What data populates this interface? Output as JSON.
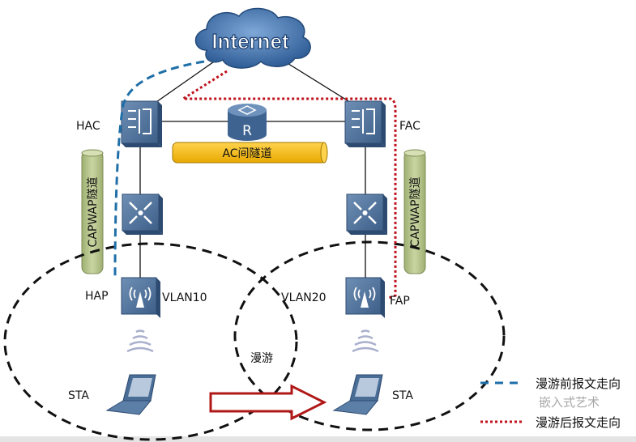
{
  "cloud": {
    "label": "Internet",
    "icon": "cloud-icon"
  },
  "nodes": {
    "hac": "HAC",
    "fac": "FAC",
    "hap": "HAP",
    "fap": "FAP",
    "sta_left": "STA",
    "sta_right": "STA",
    "router_glyph": "R"
  },
  "vlans": {
    "left": "VLAN10",
    "right": "VLAN20"
  },
  "tunnels": {
    "ac": "AC间隧道",
    "capwap_left": "CAPWAP隧道",
    "capwap_right": "CAPWAP隧道"
  },
  "roam_label": "漫游",
  "legend": {
    "before": "漫游前报文走向",
    "after": "漫游后报文走向"
  },
  "watermark": "嵌入式艺术",
  "colors": {
    "before_path": "#1f6fa8",
    "after_path": "#c0121c",
    "ac_tunnel": "#f5b800",
    "capwap_tunnel": "#b5c48a",
    "device": "#4a6d96",
    "arrow": "#b01818"
  }
}
